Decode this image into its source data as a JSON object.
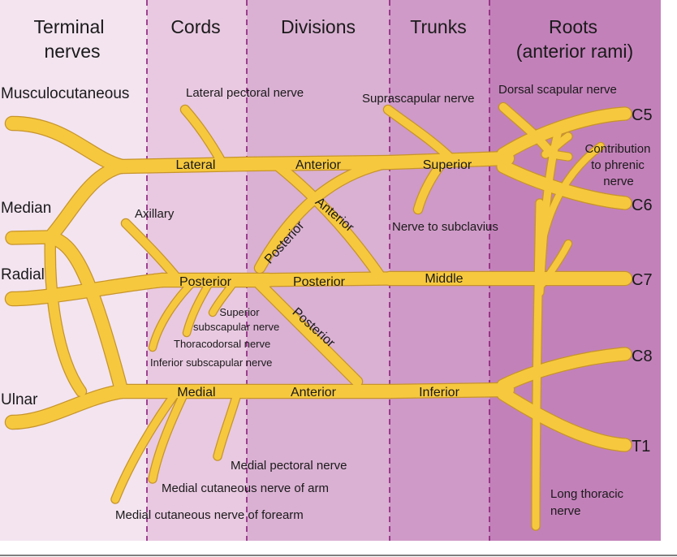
{
  "columns": {
    "terminal_line1": "Terminal",
    "terminal_line2": "nerves",
    "cords": "Cords",
    "divisions": "Divisions",
    "trunks": "Trunks",
    "roots_line1": "Roots",
    "roots_line2": "(anterior rami)"
  },
  "colors": {
    "col_terminal": "#f3e4f0",
    "col_cords": "#e9c9e1",
    "col_divisions": "#dab1d3",
    "col_trunks": "#cf9ac7",
    "col_roots": "#c381ba",
    "nerve": "#f6c83e",
    "nerve_edge": "#c7942a",
    "divider": "#8a1f7a"
  },
  "terminal_nerves": {
    "musculocutaneous": "Musculocutaneous",
    "median": "Median",
    "radial": "Radial",
    "ulnar": "Ulnar"
  },
  "roots": {
    "c5": "C5",
    "c6": "C6",
    "c7": "C7",
    "c8": "C8",
    "t1": "T1"
  },
  "trunks": {
    "superior": "Superior",
    "middle": "Middle",
    "inferior": "Inferior"
  },
  "cords": {
    "lateral": "Lateral",
    "posterior": "Posterior",
    "medial": "Medial"
  },
  "divisions": {
    "anterior_upper": "Anterior",
    "anterior_diagonal": "Anterior",
    "posterior_diagonal_upper": "Posterior",
    "posterior_middle": "Posterior",
    "posterior_diagonal_lower": "Posterior",
    "anterior_lower": "Anterior"
  },
  "branches": {
    "lateral_pectoral": "Lateral pectoral nerve",
    "suprascapular": "Suprascapular nerve",
    "dorsal_scapular": "Dorsal scapular nerve",
    "phrenic_line1": "Contribution",
    "phrenic_line2": "to phrenic",
    "phrenic_line3": "nerve",
    "subclavius": "Nerve to subclavius",
    "axillary": "Axillary",
    "superior_subscapular_line1": "Superior",
    "superior_subscapular_line2": "subscapular nerve",
    "thoracodorsal": "Thoracodorsal nerve",
    "inferior_subscapular": "Inferior subscapular nerve",
    "medial_pectoral": "Medial pectoral nerve",
    "medial_cutaneous_arm": "Medial cutaneous nerve of arm",
    "medial_cutaneous_forearm": "Medial cutaneous nerve of forearm",
    "long_thoracic_line1": "Long thoracic",
    "long_thoracic_line2": "nerve"
  }
}
